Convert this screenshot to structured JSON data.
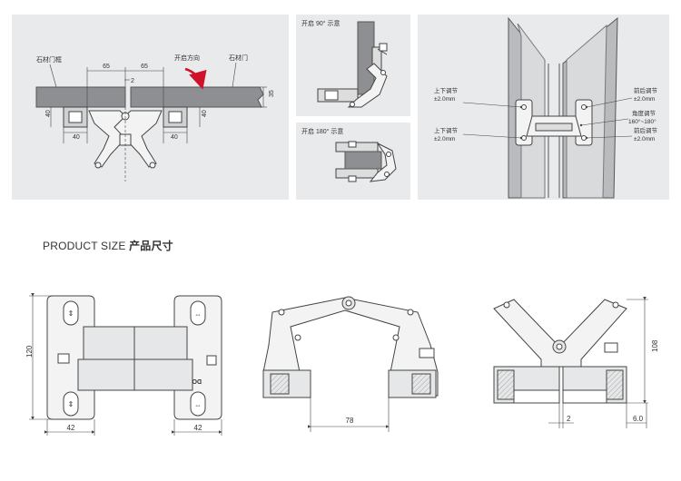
{
  "top_left": {
    "label_frame": "石材门框",
    "label_direction": "开启方向",
    "label_door": "石材门",
    "dim_65_left": "65",
    "dim_65_right": "65",
    "dim_2": "2",
    "dim_35": "35",
    "dim_40_left": "40",
    "dim_40_right": "40",
    "dim_40_bottom_left": "40",
    "dim_40_bottom_right": "40"
  },
  "top_mid": {
    "caption_90": "开启 90° 示意",
    "caption_180": "开启 180° 示意"
  },
  "top_right": {
    "updown_1": "上下调节",
    "updown_1_val": "±2.0mm",
    "updown_2": "上下调节",
    "updown_2_val": "±2.0mm",
    "frontback_1": "前后调节",
    "frontback_1_val": "±2.0mm",
    "angle": "角度调节",
    "angle_val": "160°~180°",
    "frontback_2": "前后调节",
    "frontback_2_val": "±2.0mm"
  },
  "section_title": {
    "en": "PRODUCT SIZE",
    "cn": "产品尺寸"
  },
  "bottom_left": {
    "height": "120",
    "width_left": "42",
    "width_right": "42",
    "engrave": "DOOR"
  },
  "bottom_mid": {
    "width": "78"
  },
  "bottom_right": {
    "height": "108",
    "gap": "2",
    "offset": "6.0"
  },
  "colors": {
    "panel": "#e9eaec",
    "arrow": "#d0112b",
    "line": "#444444"
  }
}
